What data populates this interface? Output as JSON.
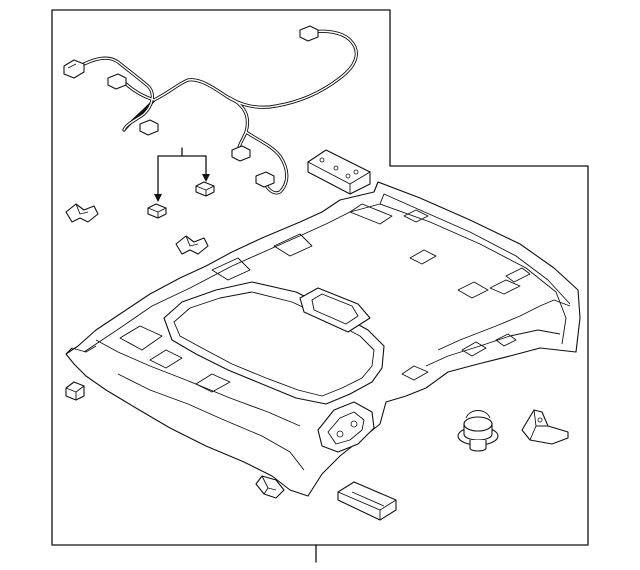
{
  "diagram": {
    "type": "exploded-parts-diagram",
    "line_color": "#111111",
    "background": "#ffffff",
    "parts": [
      {
        "id": "wiring-harness"
      },
      {
        "id": "clip-a"
      },
      {
        "id": "clip-b"
      },
      {
        "id": "retainer-upper"
      },
      {
        "id": "retainer-middle"
      },
      {
        "id": "clip-lower-left"
      },
      {
        "id": "mounting-bracket"
      },
      {
        "id": "headliner-panel"
      },
      {
        "id": "push-retainer"
      },
      {
        "id": "hook-fastener"
      },
      {
        "id": "clip-front"
      },
      {
        "id": "dome-lamp-bracket"
      }
    ]
  }
}
